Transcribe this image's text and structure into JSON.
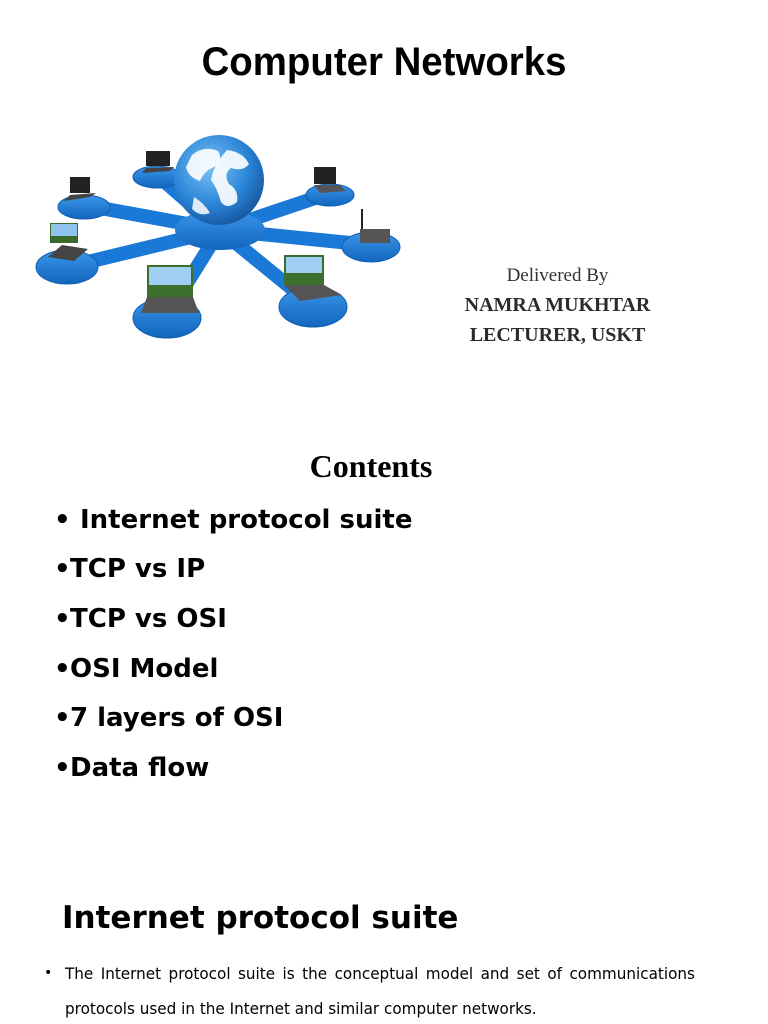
{
  "slide1": {
    "title": "Computer Networks",
    "image_alt": "network-hub-illustration",
    "delivered_by": "Delivered By",
    "author_name": "NAMRA MUKHTAR",
    "author_role": "LECTURER, USKT"
  },
  "slide2": {
    "title": "Contents",
    "items": [
      "Internet protocol suite",
      "TCP vs IP",
      "TCP vs OSI",
      "OSI Model",
      "7 layers of OSI",
      "Data flow"
    ]
  },
  "slide3": {
    "title": "Internet protocol suite",
    "bullet": "The Internet protocol suite is the conceptual model and set of communications protocols used in the Internet and similar computer networks."
  },
  "colors": {
    "hub_blue": "#1a78d6",
    "hub_dark": "#0f5fb3",
    "globe_ocean": "#2b86d8",
    "globe_land": "#ffffff"
  }
}
